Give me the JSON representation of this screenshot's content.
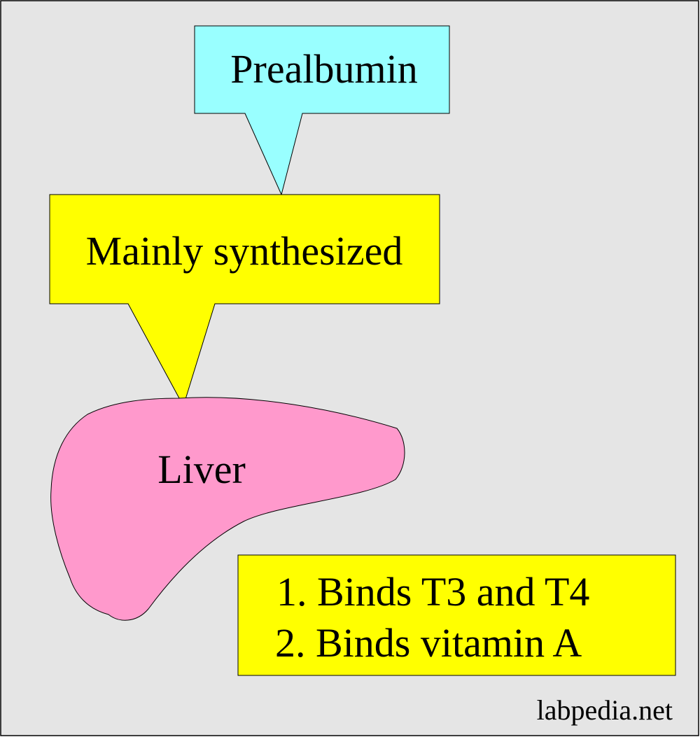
{
  "diagram": {
    "callout_top": {
      "label": "Prealbumin",
      "color": "#99ffff"
    },
    "callout_middle": {
      "label": "Mainly synthesized",
      "color": "#ffff00"
    },
    "organ": {
      "label": "Liver",
      "color": "#ff99cc"
    },
    "functions": {
      "color": "#ffff00",
      "items": [
        "1. Binds T3 and T4",
        "2. Binds vitamin A"
      ]
    },
    "watermark": "labpedia.net",
    "background_color": "#e5e5e5"
  }
}
